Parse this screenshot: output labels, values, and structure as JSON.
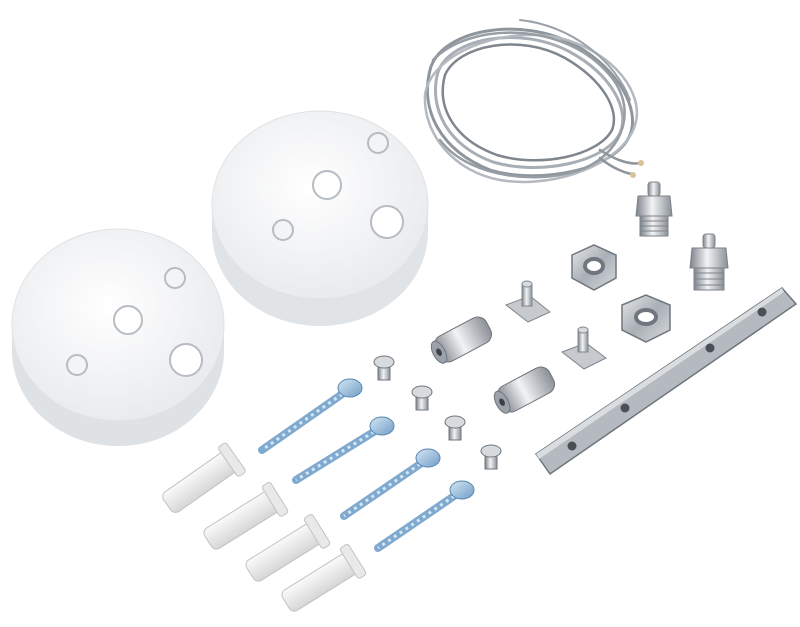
{
  "scene": {
    "background": "#ffffff",
    "colors": {
      "canopy_white": "#f2f3f4",
      "canopy_shadow": "#d4d7db",
      "steel": "#b9bec4",
      "steel_dark": "#7f868d",
      "zinc_screw": "#8fb6d6",
      "plug_white": "#ececec",
      "nickel": "#c9ccd0"
    },
    "items": [
      {
        "name": "ceiling-canopy",
        "count": 2
      },
      {
        "name": "steel-suspension-cable",
        "count": 2
      },
      {
        "name": "cable-gripper",
        "count": 2
      },
      {
        "name": "hex-nut",
        "count": 2
      },
      {
        "name": "t-bolt",
        "count": 2
      },
      {
        "name": "nickel-sleeve",
        "count": 2
      },
      {
        "name": "mounting-strip",
        "count": 1
      },
      {
        "name": "machine-screw",
        "count": 4
      },
      {
        "name": "wood-screw",
        "count": 4
      },
      {
        "name": "wall-plug",
        "count": 4
      }
    ]
  }
}
